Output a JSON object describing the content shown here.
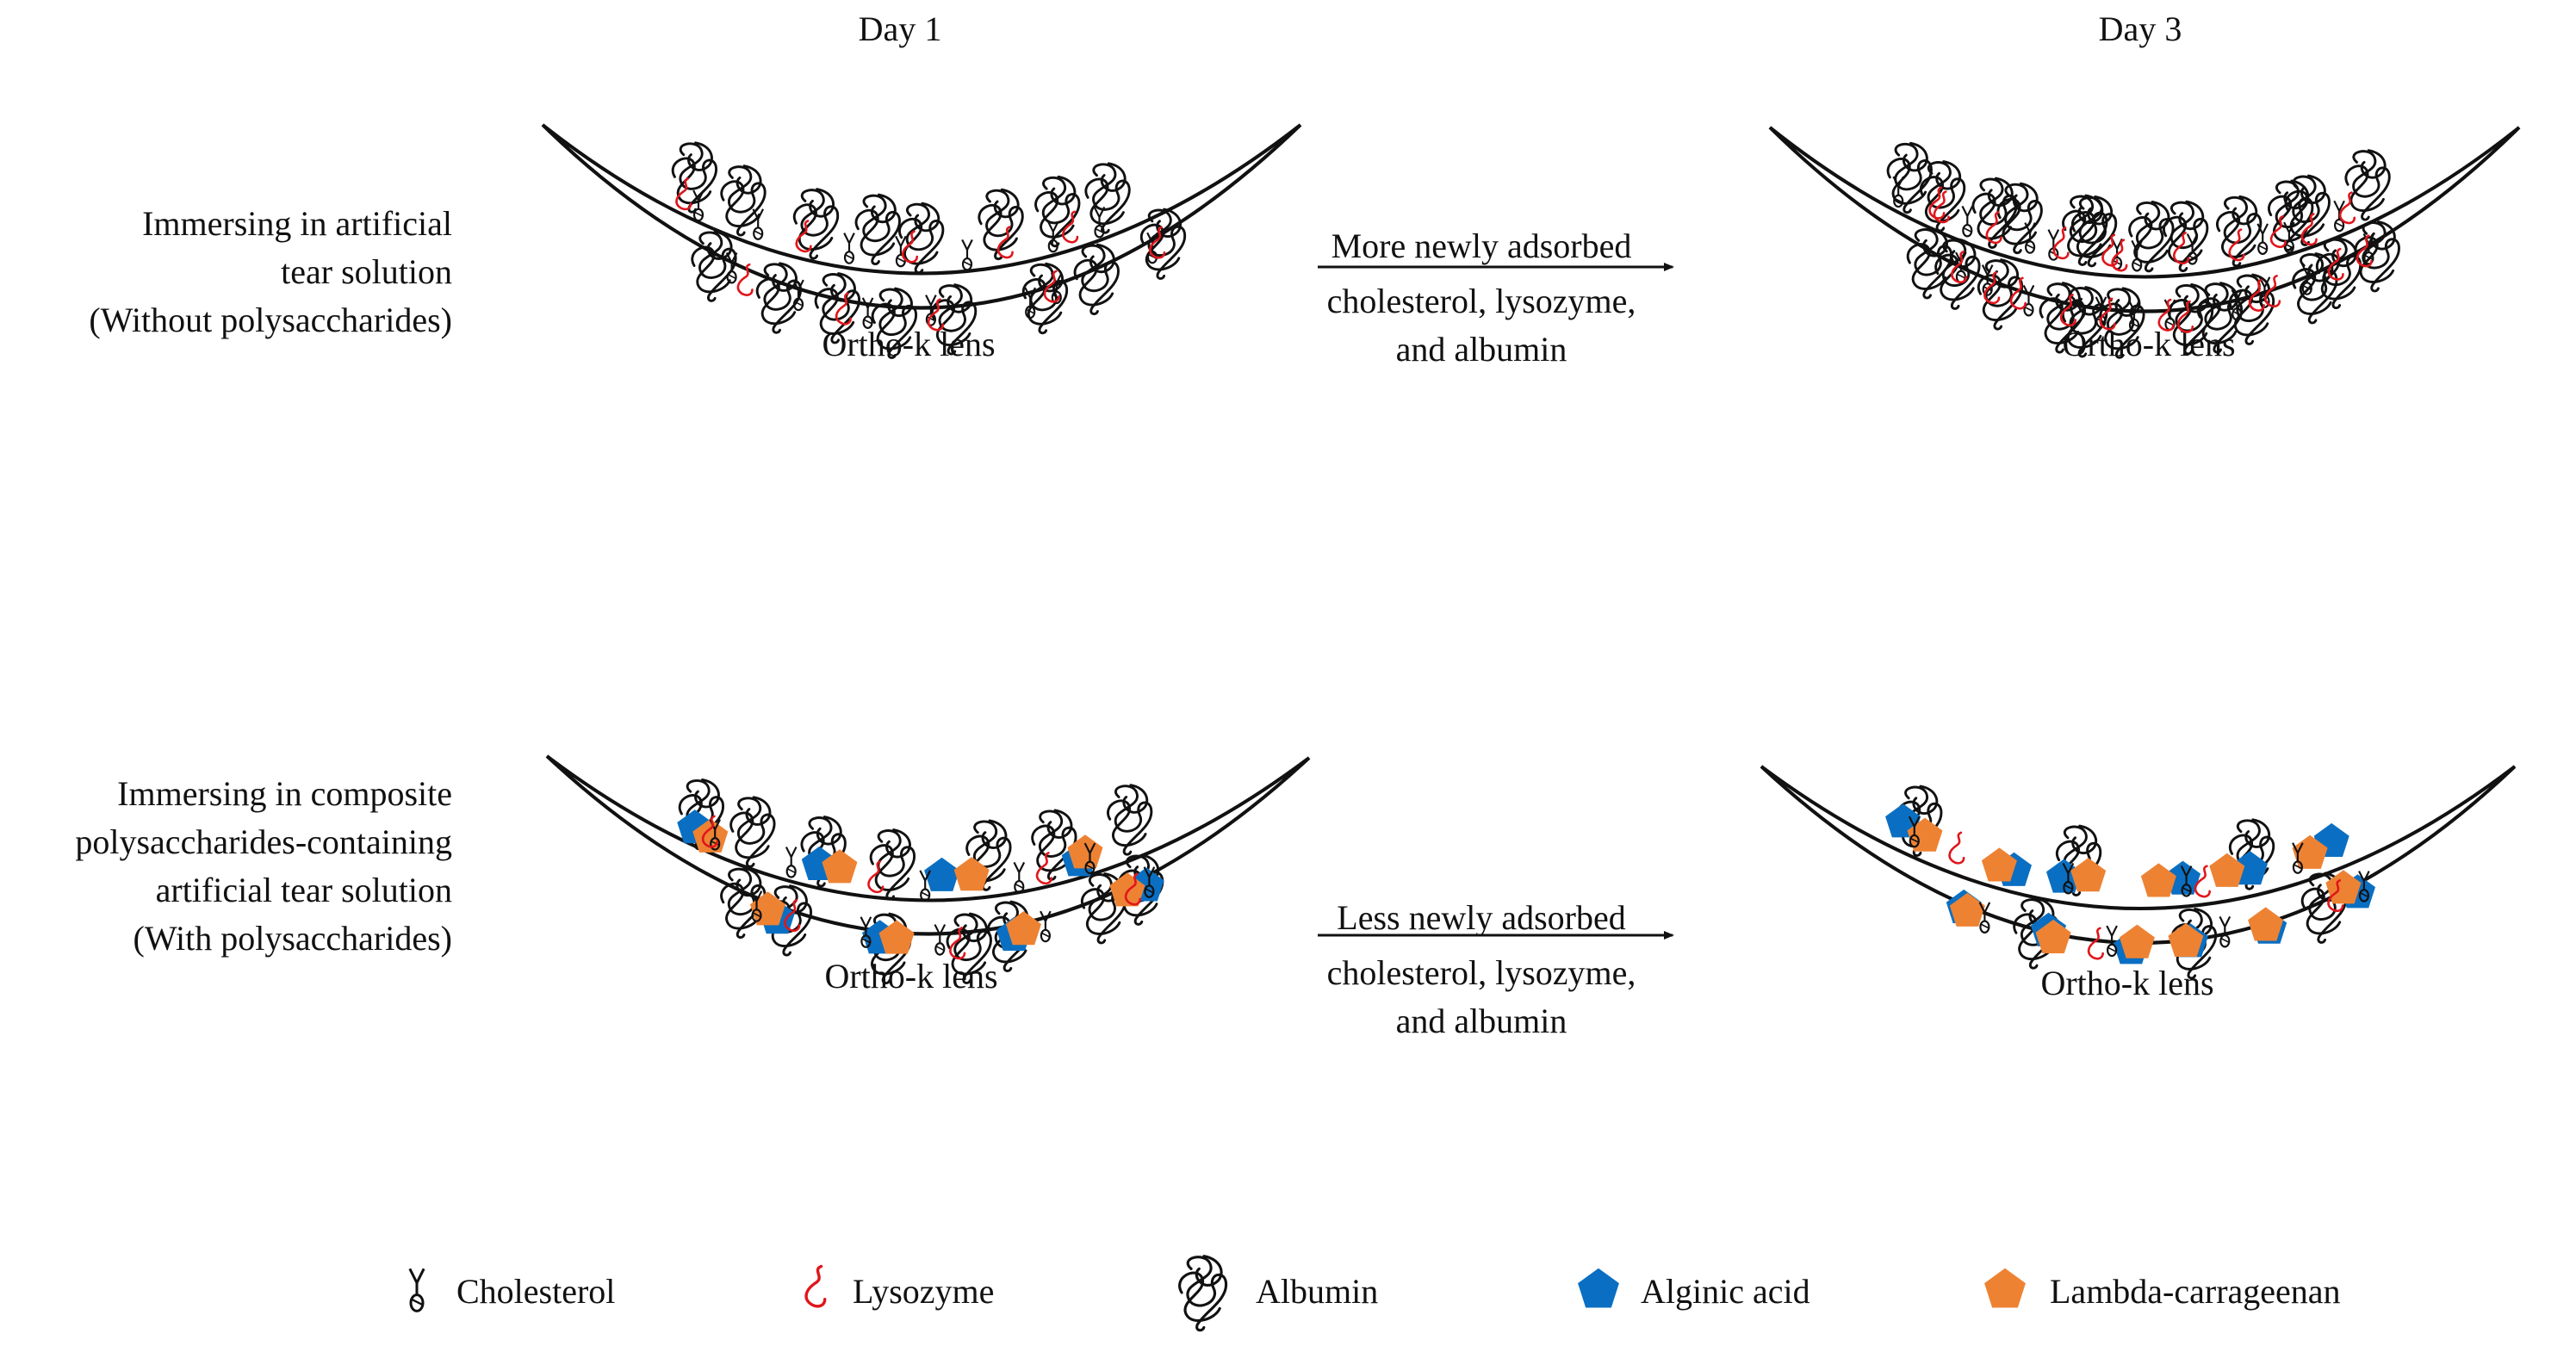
{
  "headers": {
    "day1": "Day 1",
    "day3": "Day 3"
  },
  "rows": [
    {
      "label_lines": [
        "Immersing in artificial",
        "tear solution",
        "(Without polysaccharides)"
      ],
      "arrow_lines": [
        "More newly adsorbed",
        "cholesterol, lysozyme,",
        "and albumin"
      ],
      "day1": {
        "cholesterol": 14,
        "lysozyme": 10,
        "albumin": 16,
        "alginic_acid": 0,
        "lambda_carrageenan": 0
      },
      "day3": {
        "cholesterol": 20,
        "lysozyme": 22,
        "albumin": 24,
        "alginic_acid": 0,
        "lambda_carrageenan": 0
      }
    },
    {
      "label_lines": [
        "Immersing in composite",
        "polysaccharides-containing",
        "artificial tear solution",
        "(With polysaccharides)"
      ],
      "arrow_lines": [
        "Less newly adsorbed",
        "cholesterol, lysozyme,",
        "and albumin"
      ],
      "day1": {
        "cholesterol": 10,
        "lysozyme": 6,
        "albumin": 14,
        "alginic_acid": 8,
        "lambda_carrageenan": 8
      },
      "day3": {
        "cholesterol": 8,
        "lysozyme": 4,
        "albumin": 6,
        "alginic_acid": 12,
        "lambda_carrageenan": 12
      }
    }
  ],
  "lens_label": "Ortho-k lens",
  "legend": [
    {
      "key": "cholesterol",
      "label": "Cholesterol",
      "icon": "cholesterol-icon"
    },
    {
      "key": "lysozyme",
      "label": "Lysozyme",
      "icon": "lysozyme-icon"
    },
    {
      "key": "albumin",
      "label": "Albumin",
      "icon": "albumin-icon"
    },
    {
      "key": "alginic_acid",
      "label": "Alginic acid",
      "icon": "pentagon-blue-icon"
    },
    {
      "key": "lambda_carrageenan",
      "label": "Lambda-carrageenan",
      "icon": "pentagon-orange-icon"
    }
  ],
  "colors": {
    "line": "#111111",
    "lysozyme": "#e0161b",
    "alginic_acid": "#0a6fc2",
    "lambda_carrageenan": "#ee8233"
  }
}
